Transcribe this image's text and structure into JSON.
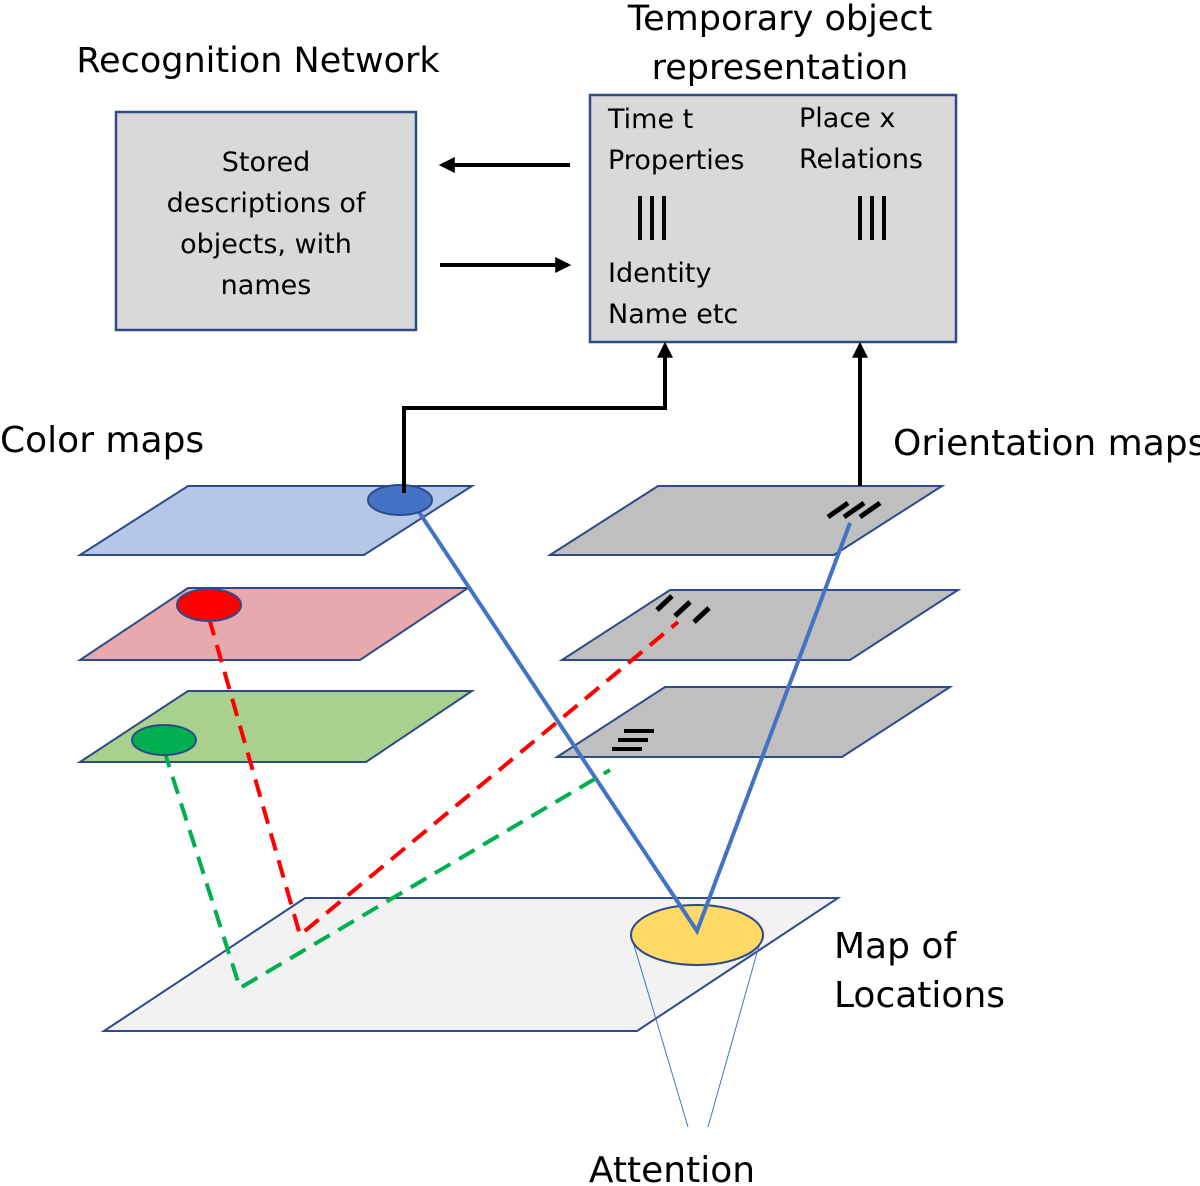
{
  "titles": {
    "recognition_network": "Recognition Network",
    "temp_rep_line1": "Temporary object",
    "temp_rep_line2": "representation",
    "color_maps": "Color maps",
    "orientation_maps": "Orientation maps",
    "map_of_locations_line1": "Map of",
    "map_of_locations_line2": "Locations",
    "attention": "Attention"
  },
  "recognition_box": {
    "lines": [
      "Stored",
      "descriptions of",
      "objects, with",
      "names"
    ]
  },
  "temp_box": {
    "time": "Time t",
    "properties": "Properties",
    "identity": "Identity",
    "name": "Name etc",
    "place": "Place x",
    "relations": "Relations"
  },
  "colors": {
    "blue_plane": "#B4C7E7",
    "red_plane": "#E8A9AE",
    "green_plane": "#A9D18E",
    "gray_plane": "#BFBFBF",
    "location_plane": "#F2F2F2",
    "blue_dot": "#4472C4",
    "red_dot": "#FF0000",
    "green_dot": "#00B050",
    "attention_spot": "#FFD966",
    "blue_line": "#4472C4",
    "red_line": "#FF0000",
    "green_line": "#00B050"
  }
}
